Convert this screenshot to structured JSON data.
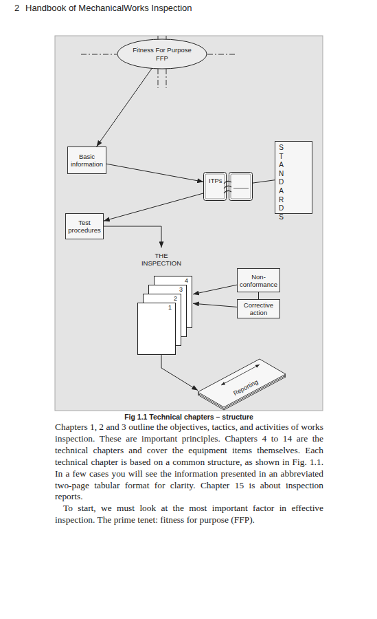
{
  "diagram": {
    "caption": "Fig 1.1 Technical chapters – structure",
    "nodes": [
      {
        "text": [
          "Fitness For Purpose",
          "FFP"
        ]
      },
      {
        "text": [
          "Basic information"
        ]
      },
      {
        "text": [
          "ITPs"
        ]
      },
      {
        "text": [
          "STANDARDS"
        ]
      },
      {
        "text": [
          "Test procedures"
        ]
      },
      {
        "text": [
          "THE INSPECTION"
        ]
      },
      {
        "text": [
          "Non-conformance"
        ]
      },
      {
        "text": [
          "Corrective action"
        ]
      },
      {
        "text": [
          "Reporting"
        ]
      }
    ],
    "edges": [
      {
        "from": 0,
        "to": 1,
        "arrow": "to"
      },
      {
        "from": 1,
        "to": 2,
        "arrow": "to"
      },
      {
        "from": 2,
        "to": 3,
        "arrow": "none"
      },
      {
        "from": 2,
        "to": 4,
        "arrow": "to"
      },
      {
        "from": 4,
        "to": 5,
        "arrow": "to"
      },
      {
        "from": 6,
        "to": 5,
        "arrow": "to"
      },
      {
        "from": 7,
        "to": 5,
        "arrow": "to"
      },
      {
        "from": 6,
        "to": 7,
        "arrow": "none"
      },
      {
        "from": 5,
        "to": 8,
        "arrow": "to"
      }
    ],
    "labels": [
      "2",
      "Handbook of MechanicalWorks Inspection",
      "4",
      "3",
      "2",
      "1",
      "Chapters 1, 2 and 3 outline the objectives, tactics, and activities of works inspection. These are important principles. Chapters 4 to 14 are the technical chapters and cover the equipment items themselves. Each technical chapter is based on a common structure, as shown in Fig. 1.1. In a few cases you will see the information presented in an abbreviated two-page tabular format for clarity. Chapter 15 is about inspection reports.",
      "To start, we must look at the most important factor in effective inspection. The prime tenet: fitness for purpose (FFP)."
    ]
  }
}
